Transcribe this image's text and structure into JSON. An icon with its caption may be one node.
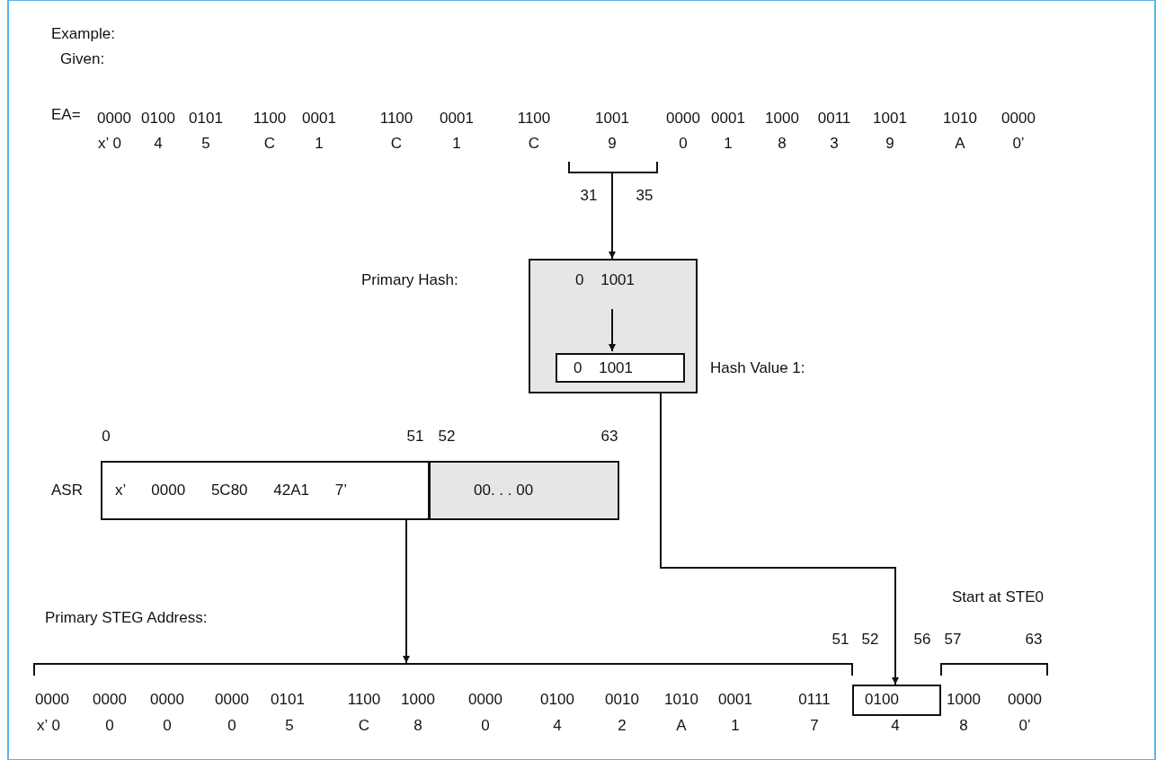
{
  "diagram": {
    "nodes": [
      {
        "text": [],
        "shape": "bar"
      },
      {
        "text": [
          "Primary Hash:",
          "0 1001"
        ]
      },
      {
        "text": [
          "0 1001"
        ],
        "in": 1,
        "beside": [
          "Hash Value 1:"
        ]
      },
      {
        "text": [
          "x’ 0000 5C80 42A1 7’"
        ]
      },
      {
        "text": [
          "00. . . 00"
        ]
      },
      {
        "text": [],
        "shape": "bar"
      },
      {
        "text": [],
        "shape": "box"
      }
    ],
    "edges": [
      {
        "from": 0,
        "to": 1,
        "arrow": "to"
      },
      {
        "from": 1,
        "to": 2,
        "arrow": "to"
      },
      {
        "from": 1,
        "to": 6,
        "arrow": "to"
      },
      {
        "from": 3,
        "to": 5,
        "arrow": "to"
      }
    ],
    "labels": [
      "Example:",
      "Given:",
      "EA=",
      "0000",
      "0100",
      "0101",
      "1100",
      "0001",
      "1100",
      "0001",
      "1100",
      "1001",
      "0000",
      "0001",
      "1000",
      "0011",
      "1001",
      "1010",
      "0000",
      "x’ 0",
      "4",
      "5",
      "C",
      "1",
      "C",
      "1",
      "C",
      "9",
      "0",
      "1",
      "8",
      "3",
      "9",
      "A",
      "0’",
      "31",
      "35",
      "0",
      "51",
      "52",
      "63",
      "ASR",
      "Primary STEG Address:",
      "Start at STE0",
      "51",
      "52",
      "56",
      "57",
      "63",
      "0000",
      "0000",
      "0000",
      "0000",
      "0101",
      "1100",
      "1000",
      "0000",
      "0100",
      "0010",
      "1010",
      "0001",
      "0111",
      "0100",
      "1000",
      "0000",
      "x’ 0",
      "0",
      "0",
      "0",
      "5",
      "C",
      "8",
      "0",
      "4",
      "2",
      "A",
      "1",
      "7",
      "4",
      "8",
      "0’"
    ]
  }
}
